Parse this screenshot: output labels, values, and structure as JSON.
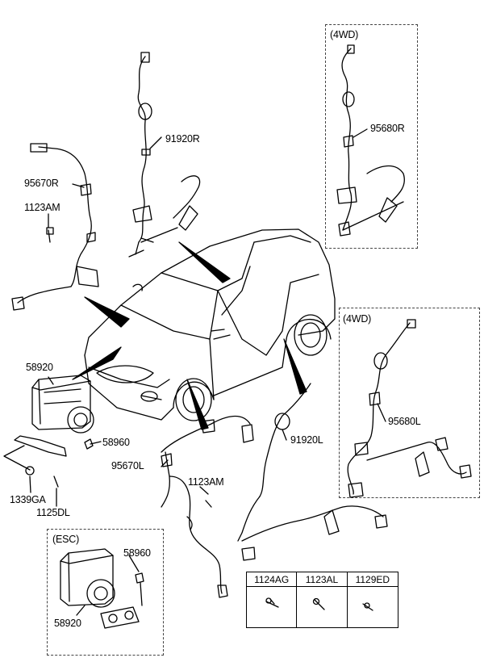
{
  "labels": {
    "p91920R": "91920R",
    "p95670R": "95670R",
    "p1123AM_a": "1123AM",
    "p58920_a": "58920",
    "p58960_a": "58960",
    "p1339GA": "1339GA",
    "p1125DL": "1125DL",
    "p95670L": "95670L",
    "p1123AM_b": "1123AM",
    "p91920L": "91920L",
    "p95680R": "95680R",
    "p95680L": "95680L",
    "p58960_b": "58960",
    "p58920_b": "58920"
  },
  "boxes": {
    "top_right_title": "(4WD)",
    "mid_right_title": "(4WD)",
    "esc_title": "(ESC)"
  },
  "fastener_table": {
    "headers": [
      "1124AG",
      "1123AL",
      "1129ED"
    ]
  }
}
